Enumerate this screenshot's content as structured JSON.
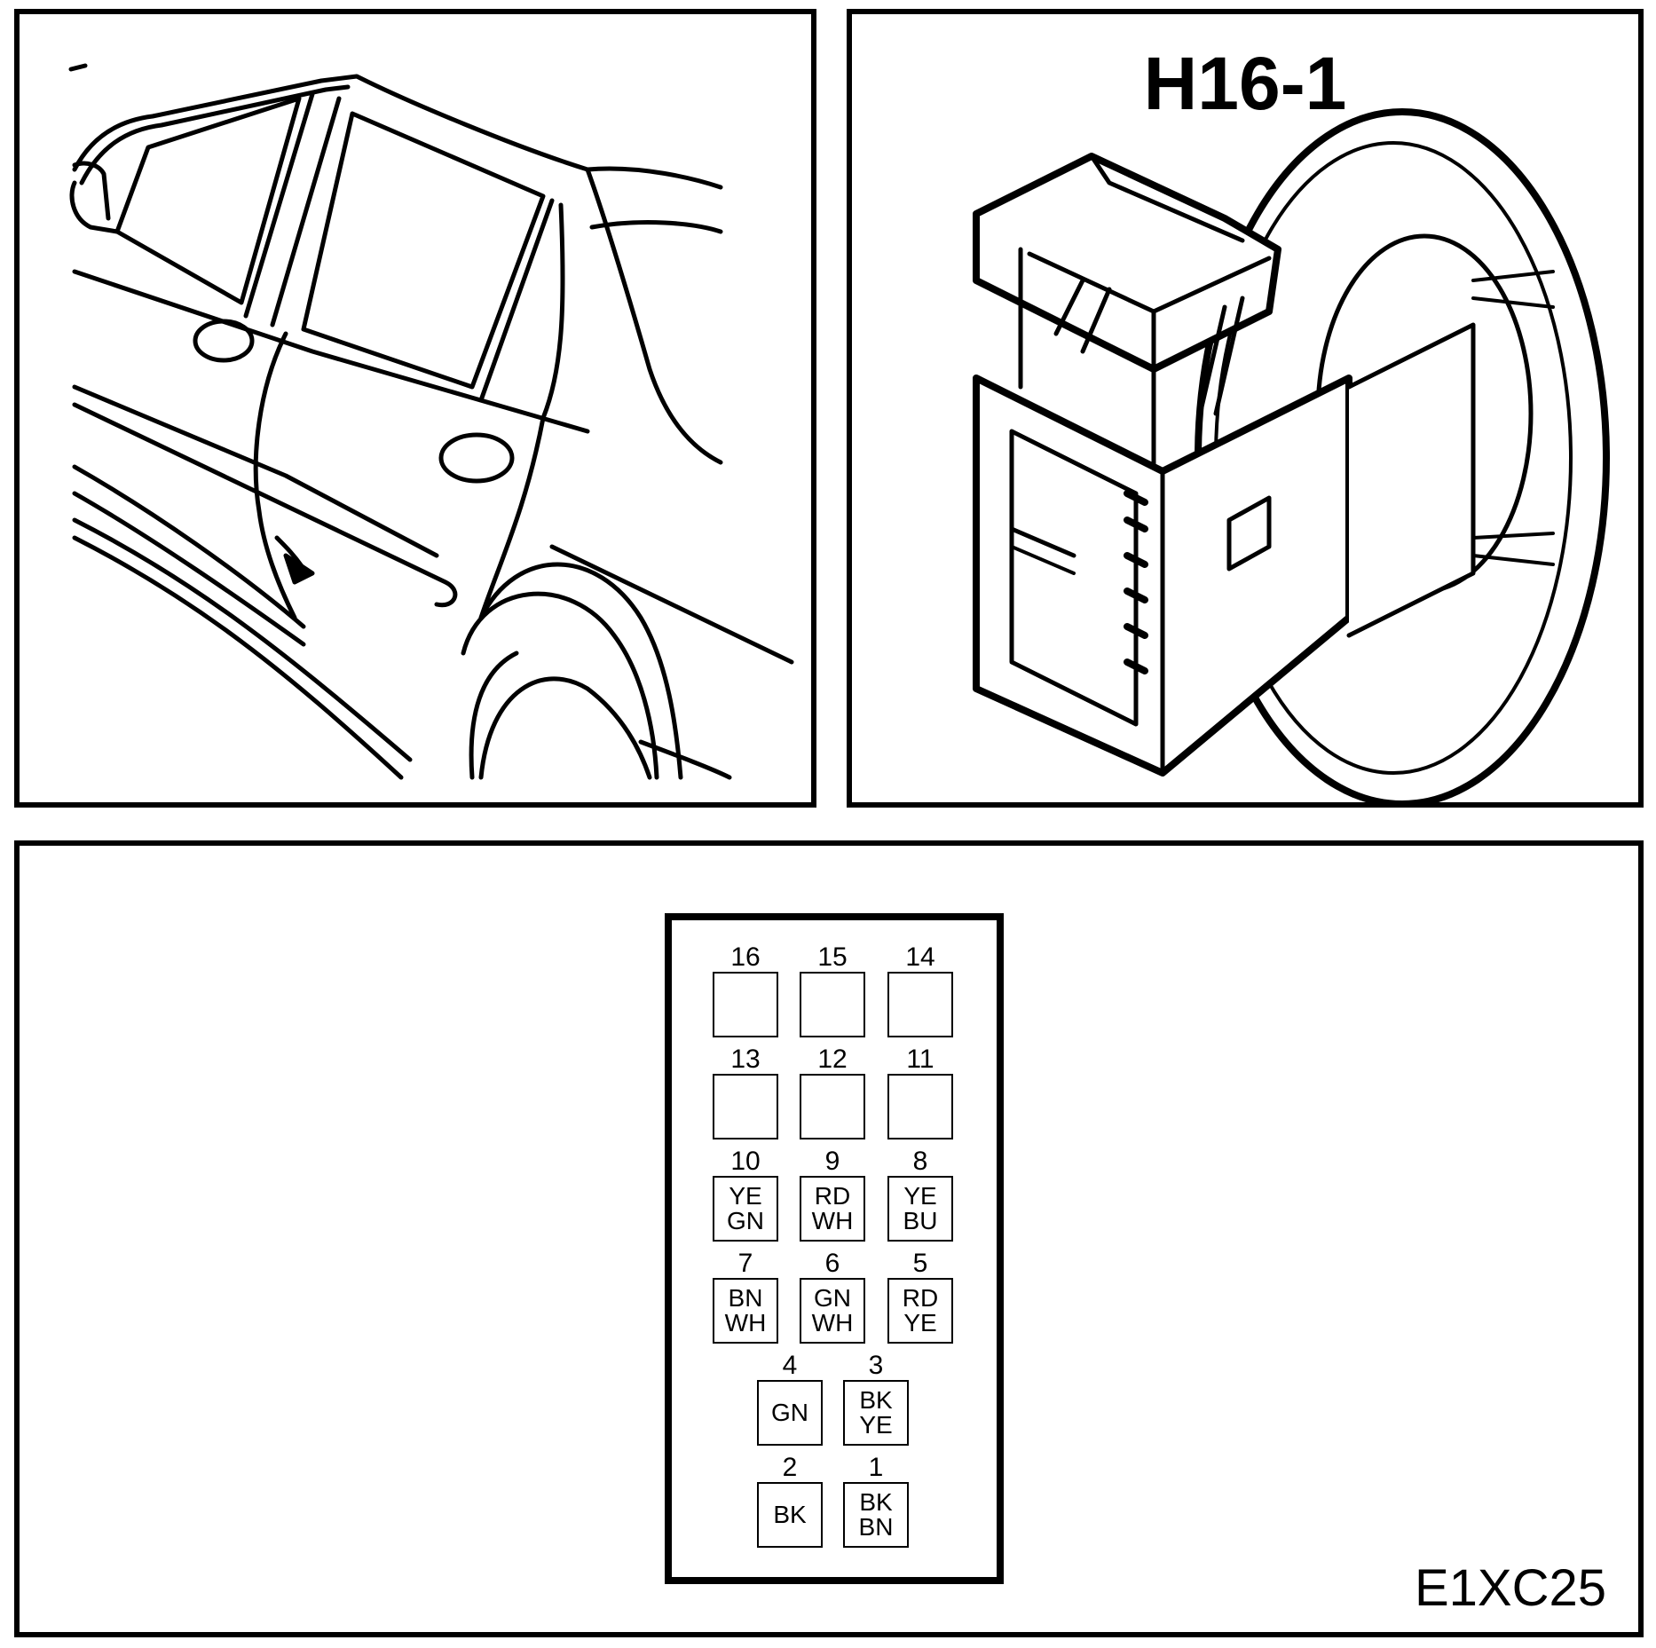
{
  "connector": {
    "title": "H16-1",
    "figure_id": "E1XC25"
  },
  "pins": [
    {
      "number": "16",
      "line1": "",
      "line2": ""
    },
    {
      "number": "15",
      "line1": "",
      "line2": ""
    },
    {
      "number": "14",
      "line1": "",
      "line2": ""
    },
    {
      "number": "13",
      "line1": "",
      "line2": ""
    },
    {
      "number": "12",
      "line1": "",
      "line2": ""
    },
    {
      "number": "11",
      "line1": "",
      "line2": ""
    },
    {
      "number": "10",
      "line1": "YE",
      "line2": "GN"
    },
    {
      "number": "9",
      "line1": "RD",
      "line2": "WH"
    },
    {
      "number": "8",
      "line1": "YE",
      "line2": "BU"
    },
    {
      "number": "7",
      "line1": "BN",
      "line2": "WH"
    },
    {
      "number": "6",
      "line1": "GN",
      "line2": "WH"
    },
    {
      "number": "5",
      "line1": "RD",
      "line2": "YE"
    },
    {
      "number": "4",
      "line1": "GN",
      "line2": ""
    },
    {
      "number": "3",
      "line1": "BK",
      "line2": "YE"
    },
    {
      "number": "2",
      "line1": "BK",
      "line2": ""
    },
    {
      "number": "1",
      "line1": "BK",
      "line2": "BN"
    }
  ]
}
